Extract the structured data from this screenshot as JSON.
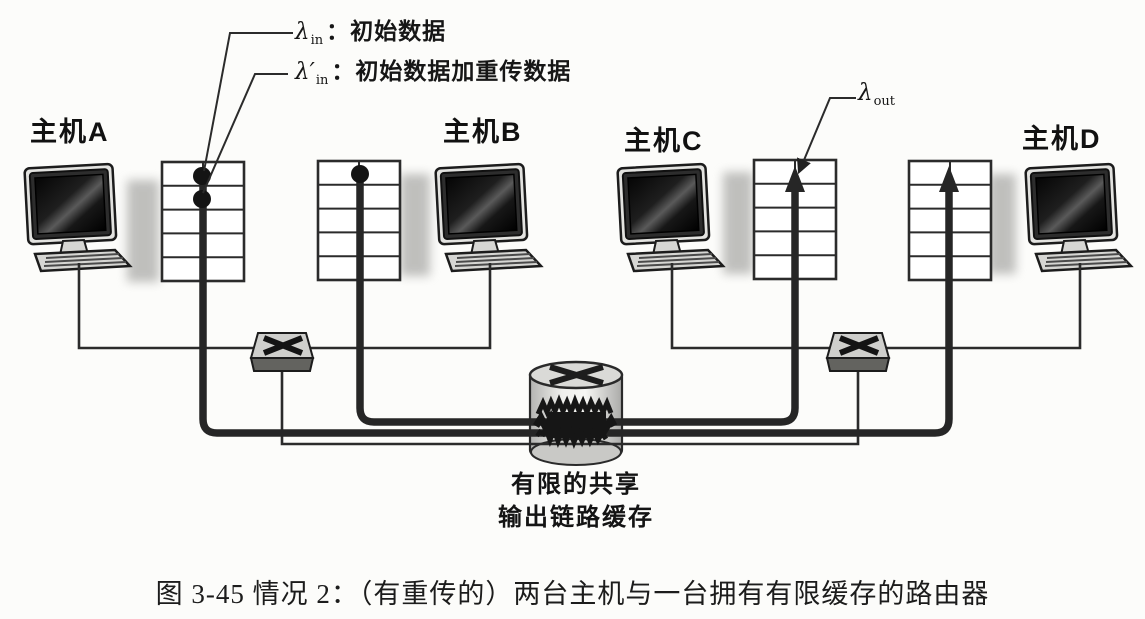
{
  "figure": {
    "annotations": {
      "lambda_in": {
        "symbol": "λ",
        "subscript": "in",
        "label": "：初始数据"
      },
      "lambda_in_prime": {
        "symbol": "λ′",
        "subscript": "in",
        "label": "：初始数据加重传数据"
      },
      "lambda_out": {
        "symbol": "λ",
        "subscript": "out",
        "label": ""
      }
    },
    "hosts": [
      {
        "label": "主机A"
      },
      {
        "label": "主机B"
      },
      {
        "label": "主机C"
      },
      {
        "label": "主机D"
      }
    ],
    "router_label": {
      "line1": "有限的共享",
      "line2": "输出链路缓存"
    },
    "caption": "图 3-45  情况 2：（有重传的）两台主机与一台拥有有限缓存的路由器",
    "colors": {
      "ink": "#2b2b2b",
      "paper": "#fcfcfa"
    }
  }
}
